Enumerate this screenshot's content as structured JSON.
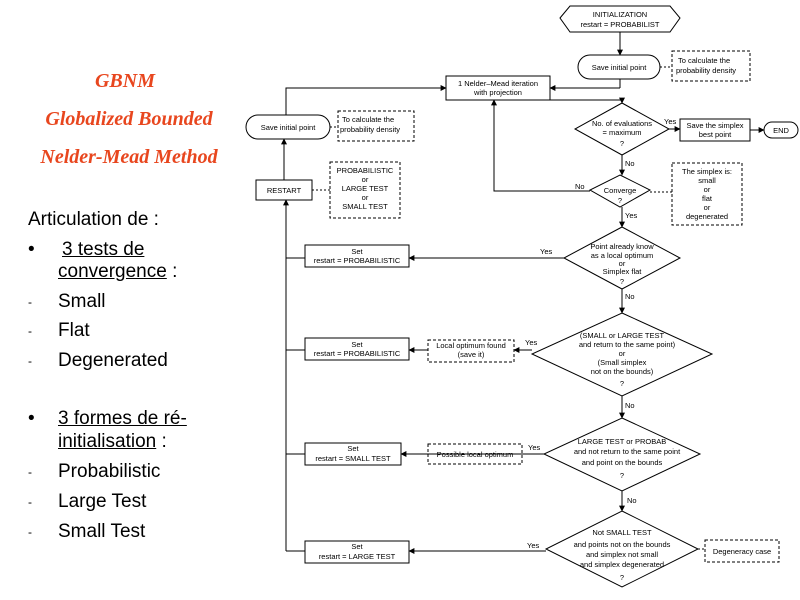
{
  "title": {
    "line1": "GBNM",
    "line2": "Globalized Bounded",
    "line3": "Nelder-Mead Method"
  },
  "bullets": {
    "intro": "Articulation de :",
    "tests_prefix": "3 tests de",
    "tests_link": "convergence",
    "tests_suffix": " :",
    "tests": [
      "Small",
      "Flat",
      "Degenerated"
    ],
    "forms_line1": "3 formes de ré-",
    "forms_line2": "initialisation",
    "forms_suffix": " :",
    "forms": [
      "Probabilistic",
      "Large Test",
      "Small Test"
    ]
  },
  "flowchart": {
    "init": [
      "INITIALIZATION",
      "restart = PROBABILIST"
    ],
    "save_initial_right": "Save initial point",
    "note_density_right": [
      "To calculate the",
      "probability  density"
    ],
    "nm_iteration": [
      "1 Nelder–Mead iteration",
      "with projection"
    ],
    "save_initial_left": "Save initial point",
    "note_density_left": [
      "To calculate the",
      "probability  density"
    ],
    "eval_decision": [
      "No. of evaluations",
      "=  maximum",
      "?"
    ],
    "save_best": [
      "Save the simplex",
      "best point"
    ],
    "end": "END",
    "restart": "RESTART",
    "restart_note": [
      "PROBABILISTIC",
      "or",
      "LARGE TEST",
      "or",
      "SMALL TEST"
    ],
    "converge": [
      "Converge",
      "?"
    ],
    "simplex_note": [
      "The simplex is:",
      "small",
      "or",
      "flat",
      "or",
      "degenerated"
    ],
    "local_opt_decision": [
      "Point already know",
      "as a local optimum",
      "or",
      "Simplex flat",
      "?"
    ],
    "set_prob_1": [
      "Set",
      "restart = PROBABILISTIC"
    ],
    "small_large_decision": [
      "(SMALL or LARGE TEST",
      "and return to the same point)",
      "or",
      "(Small simplex",
      "not on the bounds)",
      "?"
    ],
    "local_found": [
      "Local optimum found",
      "(save it)"
    ],
    "set_prob_2": [
      "Set",
      "restart = PROBABILISTIC"
    ],
    "large_prob_decision": [
      "LARGE TEST or PROBAB",
      "and not return to the same point",
      "and point on the bounds",
      "?"
    ],
    "possible_local": "Possible local optimum",
    "set_small": [
      "Set",
      "restart = SMALL TEST"
    ],
    "not_small_decision": [
      "Not SMALL TEST",
      "and points not on the bounds",
      "and simplex not small",
      "and simplex degenerated",
      "?"
    ],
    "degeneracy": "Degeneracy case",
    "set_large": [
      "Set",
      "restart = LARGE TEST"
    ],
    "yes": "Yes",
    "no": "No"
  }
}
